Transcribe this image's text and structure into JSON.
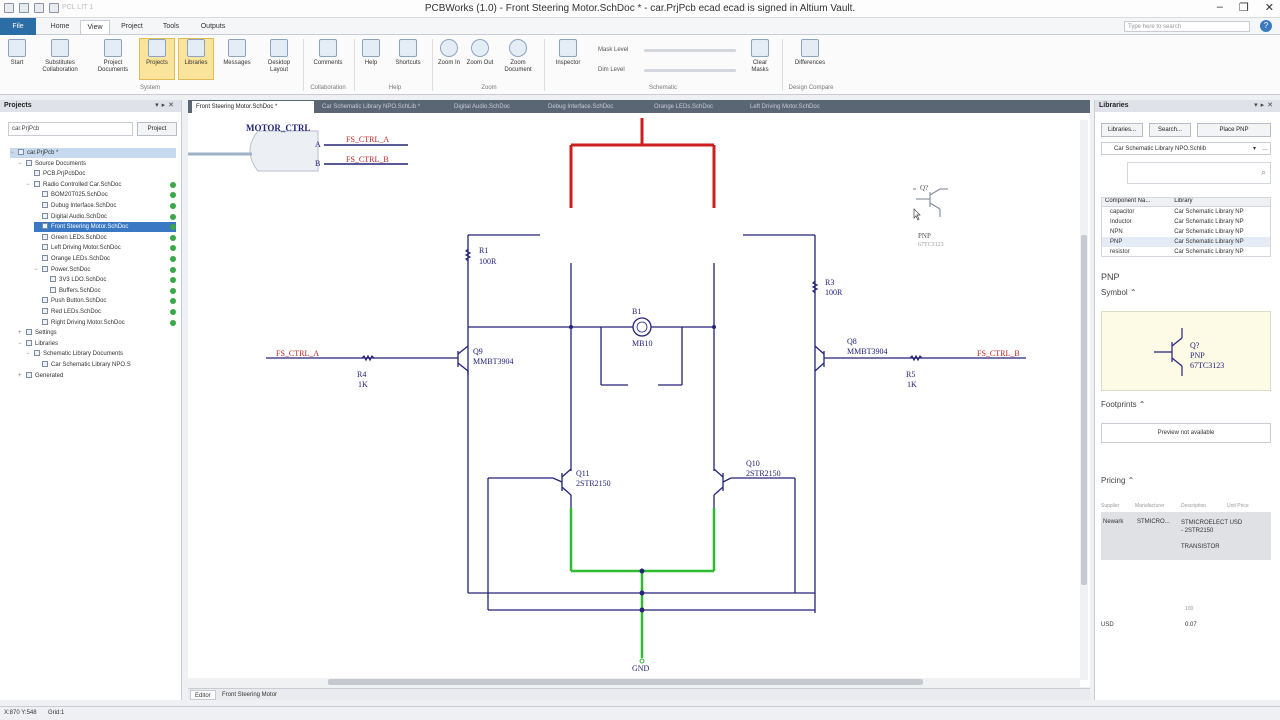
{
  "window": {
    "title": "PCBWorks (1.0) - Front Steering Motor.SchDoc * - car.PrjPcb ecad ecad is signed in Altium Vault.",
    "faded_label": "PCL LIT 1",
    "controls": [
      "–",
      "❐",
      "✕"
    ]
  },
  "ribbon_tabs": [
    "File",
    "Home",
    "View",
    "Project",
    "Tools",
    "Outputs"
  ],
  "active_tab": "View",
  "search_placeholder": "Type here to search",
  "ribbon": {
    "buttons": [
      {
        "label": "Start",
        "icon": "start-icon"
      },
      {
        "label": "Substitutes Collaboration",
        "icon": "collaboration-icon"
      },
      {
        "label": "Project Documents",
        "icon": "project-documents-icon"
      },
      {
        "label": "Projects",
        "icon": "projects-icon"
      },
      {
        "label": "Libraries",
        "icon": "libraries-icon"
      },
      {
        "label": "Messages",
        "icon": "messages-icon"
      },
      {
        "label": "Desktop Layout",
        "icon": "desktop-layout-icon"
      },
      {
        "label": "Comments",
        "icon": "comments-icon"
      },
      {
        "label": "Help",
        "icon": "help-icon"
      },
      {
        "label": "Shortcuts",
        "icon": "shortcuts-icon"
      },
      {
        "label": "Zoom In",
        "icon": "zoom-in-icon"
      },
      {
        "label": "Zoom Out",
        "icon": "zoom-out-icon"
      },
      {
        "label": "Zoom Document",
        "icon": "zoom-document-icon"
      },
      {
        "label": "Inspector",
        "icon": "inspector-icon"
      },
      {
        "label": "Clear Masks",
        "icon": "clear-masks-icon"
      },
      {
        "label": "Differences",
        "icon": "differences-icon"
      }
    ],
    "groups": [
      "System",
      "Collaboration",
      "Help",
      "Zoom",
      "Schematic",
      "Design Compare"
    ],
    "sliders": [
      "Mask Level",
      "Dim Level"
    ]
  },
  "projects_panel": {
    "title": "Projects",
    "search_value": "car.PrjPcb",
    "project_button": "Project",
    "tree": [
      {
        "label": "car.PrjPcb *",
        "level": 0,
        "expander": "−",
        "kind": "root"
      },
      {
        "label": "Source Documents",
        "level": 1,
        "expander": "−"
      },
      {
        "label": "PCB.PrjPcbDoc",
        "level": 2,
        "expander": ""
      },
      {
        "label": "Radio Controlled Car.SchDoc",
        "level": 2,
        "expander": "−",
        "status": true
      },
      {
        "label": "BOM20T025.SchDoc",
        "level": 3,
        "expander": "",
        "status": true
      },
      {
        "label": "Dubug Interface.SchDoc",
        "level": 3,
        "expander": "",
        "status": true
      },
      {
        "label": "Digital Audio.SchDoc",
        "level": 3,
        "expander": "",
        "status": true
      },
      {
        "label": "Front Steering Motor.SchDoc",
        "level": 3,
        "expander": "",
        "status": true,
        "kind": "selected"
      },
      {
        "label": "Green LEDs.SchDoc",
        "level": 3,
        "expander": "",
        "status": true
      },
      {
        "label": "Left Driving Motor.SchDoc",
        "level": 3,
        "expander": "",
        "status": true
      },
      {
        "label": "Orange LEDs.SchDoc",
        "level": 3,
        "expander": "",
        "status": true
      },
      {
        "label": "Power.SchDoc",
        "level": 3,
        "expander": "−",
        "status": true
      },
      {
        "label": "3V3 LDO.SchDoc",
        "level": 4,
        "expander": "",
        "status": true
      },
      {
        "label": "Buffers.SchDoc",
        "level": 4,
        "expander": "",
        "status": true
      },
      {
        "label": "Push Button.SchDoc",
        "level": 3,
        "expander": "",
        "status": true
      },
      {
        "label": "Red LEDs.SchDoc",
        "level": 3,
        "expander": "",
        "status": true
      },
      {
        "label": "Right Driving Motor.SchDoc",
        "level": 3,
        "expander": "",
        "status": true
      },
      {
        "label": "Settings",
        "level": 1,
        "expander": "+"
      },
      {
        "label": "Libraries",
        "level": 1,
        "expander": "−"
      },
      {
        "label": "Schematic Library Documents",
        "level": 2,
        "expander": "−"
      },
      {
        "label": "Car Schematic Library NPO.S",
        "level": 3,
        "expander": ""
      },
      {
        "label": "Generated",
        "level": 1,
        "expander": "+"
      }
    ]
  },
  "doc_tabs": [
    "Front Steering Motor.SchDoc *",
    "Car Schematic Library NPO.SchLib *",
    "Digital Audio.SchDoc",
    "Debug Interface.SchDoc",
    "Orange LEDs.SchDoc",
    "Left Driving Motor.SchDoc"
  ],
  "schematic": {
    "sheet_symbol": "MOTOR_CTRL",
    "pin_a": "A",
    "pin_b": "B",
    "net_a": "FS_CTRL_A",
    "net_b": "FS_CTRL_B",
    "r1_name": "R1",
    "r1_value": "100R",
    "r3_name": "R3",
    "r3_value": "100R",
    "r4_name": "R4",
    "r4_value": "1K",
    "r5_name": "R5",
    "r5_value": "1K",
    "b1_name": "B1",
    "b1_value": "MB10",
    "q9_name": "Q9",
    "q9_value": "MMBT3904",
    "q8_name": "Q8",
    "q8_value": "MMBT3904",
    "q11_name": "Q11",
    "q11_value": "2STR2150",
    "q10_name": "Q10",
    "q10_value": "2STR2150",
    "floating_name": "Q?",
    "floating_type": "PNP",
    "floating_value": "67TC3123",
    "gnd": "GND",
    "colors": {
      "wire": "#23237a",
      "power": "#cc1f1f",
      "ground": "#2fbb2f"
    }
  },
  "editor_tabs": [
    "Editor",
    "Front Steering Motor"
  ],
  "libraries_panel": {
    "title": "Libraries",
    "buttons": [
      "Libraries...",
      "Search...",
      "Place PNP"
    ],
    "selected_library": "Car Schematic Library NPO.Schlib",
    "table_headers": [
      "Component Na...",
      "Library"
    ],
    "table_rows": [
      {
        "name": "capacitor",
        "lib": "Car Schematic Library NP"
      },
      {
        "name": "Inductor",
        "lib": "Car Schematic Library NP"
      },
      {
        "name": "NPN",
        "lib": "Car Schematic Library NP"
      },
      {
        "name": "PNP",
        "lib": "Car Schematic Library NP"
      },
      {
        "name": "resistor",
        "lib": "Car Schematic Library NP"
      }
    ],
    "component_title": "PNP",
    "symbol_label": "Symbol",
    "symbol_name": "Q?",
    "symbol_type": "PNP",
    "symbol_value": "67TC3123",
    "footprints_label": "Footprints",
    "footprint_preview": "Preview not available",
    "pricing_label": "Pricing",
    "pricing_headers": [
      "Supplier",
      "Manufacturer",
      "Description",
      "Unit Price"
    ],
    "pricing_row": {
      "supplier": "Newark",
      "manufacturer": "STMICRO...",
      "description": "STMICROELECT USD - 2STR2150",
      "extra": "TRANSISTOR"
    },
    "quantity": "100",
    "currency": "USD",
    "total": "0.07"
  },
  "status_bar": {
    "coords": "X:870 Y:548",
    "grid": "Grid:1"
  }
}
